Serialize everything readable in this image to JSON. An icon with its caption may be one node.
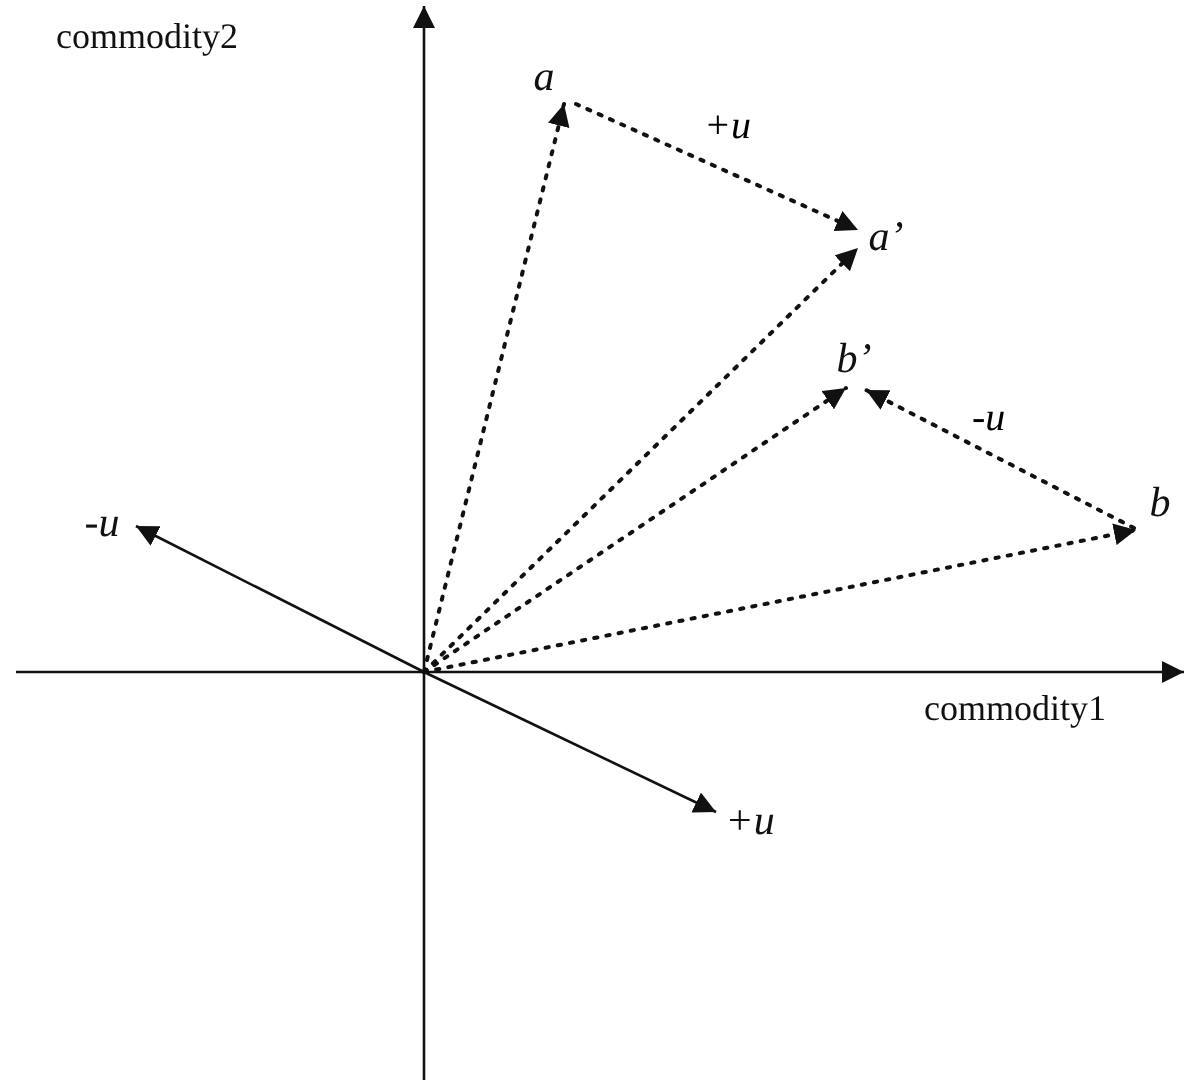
{
  "diagram": {
    "nodes": [
      {
        "text": [
          "a"
        ]
      },
      {
        "text": [
          "a’"
        ]
      },
      {
        "text": [
          "b’"
        ]
      },
      {
        "text": [
          "b"
        ]
      },
      {
        "text": [
          "-u"
        ]
      },
      {
        "text": [
          "+u"
        ]
      }
    ],
    "edges": [
      {
        "from": null,
        "to": 0,
        "arrow": "to",
        "style": "dashed"
      },
      {
        "from": null,
        "to": 1,
        "arrow": "to",
        "style": "dashed"
      },
      {
        "from": null,
        "to": 2,
        "arrow": "to",
        "style": "dashed"
      },
      {
        "from": null,
        "to": 3,
        "arrow": "to",
        "style": "dashed"
      },
      {
        "from": 0,
        "to": 1,
        "arrow": "to",
        "style": "dashed",
        "label": "+u"
      },
      {
        "from": 3,
        "to": 2,
        "arrow": "to",
        "style": "dashed",
        "label": "-u"
      },
      {
        "from": null,
        "to": 4,
        "arrow": "to"
      },
      {
        "from": null,
        "to": 5,
        "arrow": "to"
      }
    ],
    "labels": [
      "commodity2",
      "commodity1"
    ]
  }
}
